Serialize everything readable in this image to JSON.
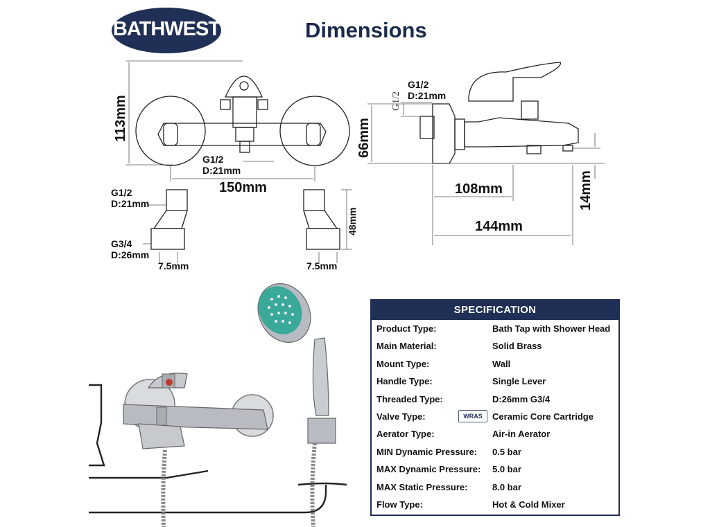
{
  "brand": {
    "name": "BATHWEST",
    "logo_color": "#1f2f55"
  },
  "title": "Dimensions",
  "front_view": {
    "height": "113mm",
    "thread_inlet": "G1/2",
    "thread_inlet_d": "D:21mm",
    "width": "150mm"
  },
  "side_view": {
    "thread_label_vertical": "G1/2",
    "thread": "G1/2",
    "thread_d": "D:21mm",
    "height": "66mm",
    "spout_reach": "108mm",
    "overall_depth": "144mm",
    "spout_height": "14mm"
  },
  "eccentric": {
    "thread_top": "G1/2",
    "thread_top_d": "D:21mm",
    "thread_bottom": "G3/4",
    "thread_bottom_d": "D:26mm",
    "offset_left": "7.5mm",
    "offset_right": "7.5mm",
    "height": "48mm"
  },
  "spec": {
    "heading": "SPECIFICATION",
    "wras_badge": "WRAS",
    "rows": [
      {
        "label": "Product Type:",
        "value": "Bath Tap with Shower Head"
      },
      {
        "label": "Main Material:",
        "value": "Solid Brass"
      },
      {
        "label": "Mount Type:",
        "value": "Wall"
      },
      {
        "label": "Handle Type:",
        "value": "Single Lever"
      },
      {
        "label": "Threaded Type:",
        "value": "D:26mm  G3/4"
      },
      {
        "label": "Valve Type:",
        "value": "Ceramic Core Cartridge"
      },
      {
        "label": "Aerator Type:",
        "value": "Air-in Aerator"
      },
      {
        "label": "MIN Dynamic Pressure:",
        "value": "0.5 bar"
      },
      {
        "label": "MAX Dynamic Pressure:",
        "value": "5.0 bar"
      },
      {
        "label": "MAX Static Pressure:",
        "value": "8.0 bar"
      },
      {
        "label": "Flow Type:",
        "value": "Hot & Cold Mixer"
      }
    ]
  },
  "colors": {
    "navy": "#1f2f55",
    "showerhead_nozzles": "#3aa99a",
    "chrome": "#b8bcc2"
  }
}
